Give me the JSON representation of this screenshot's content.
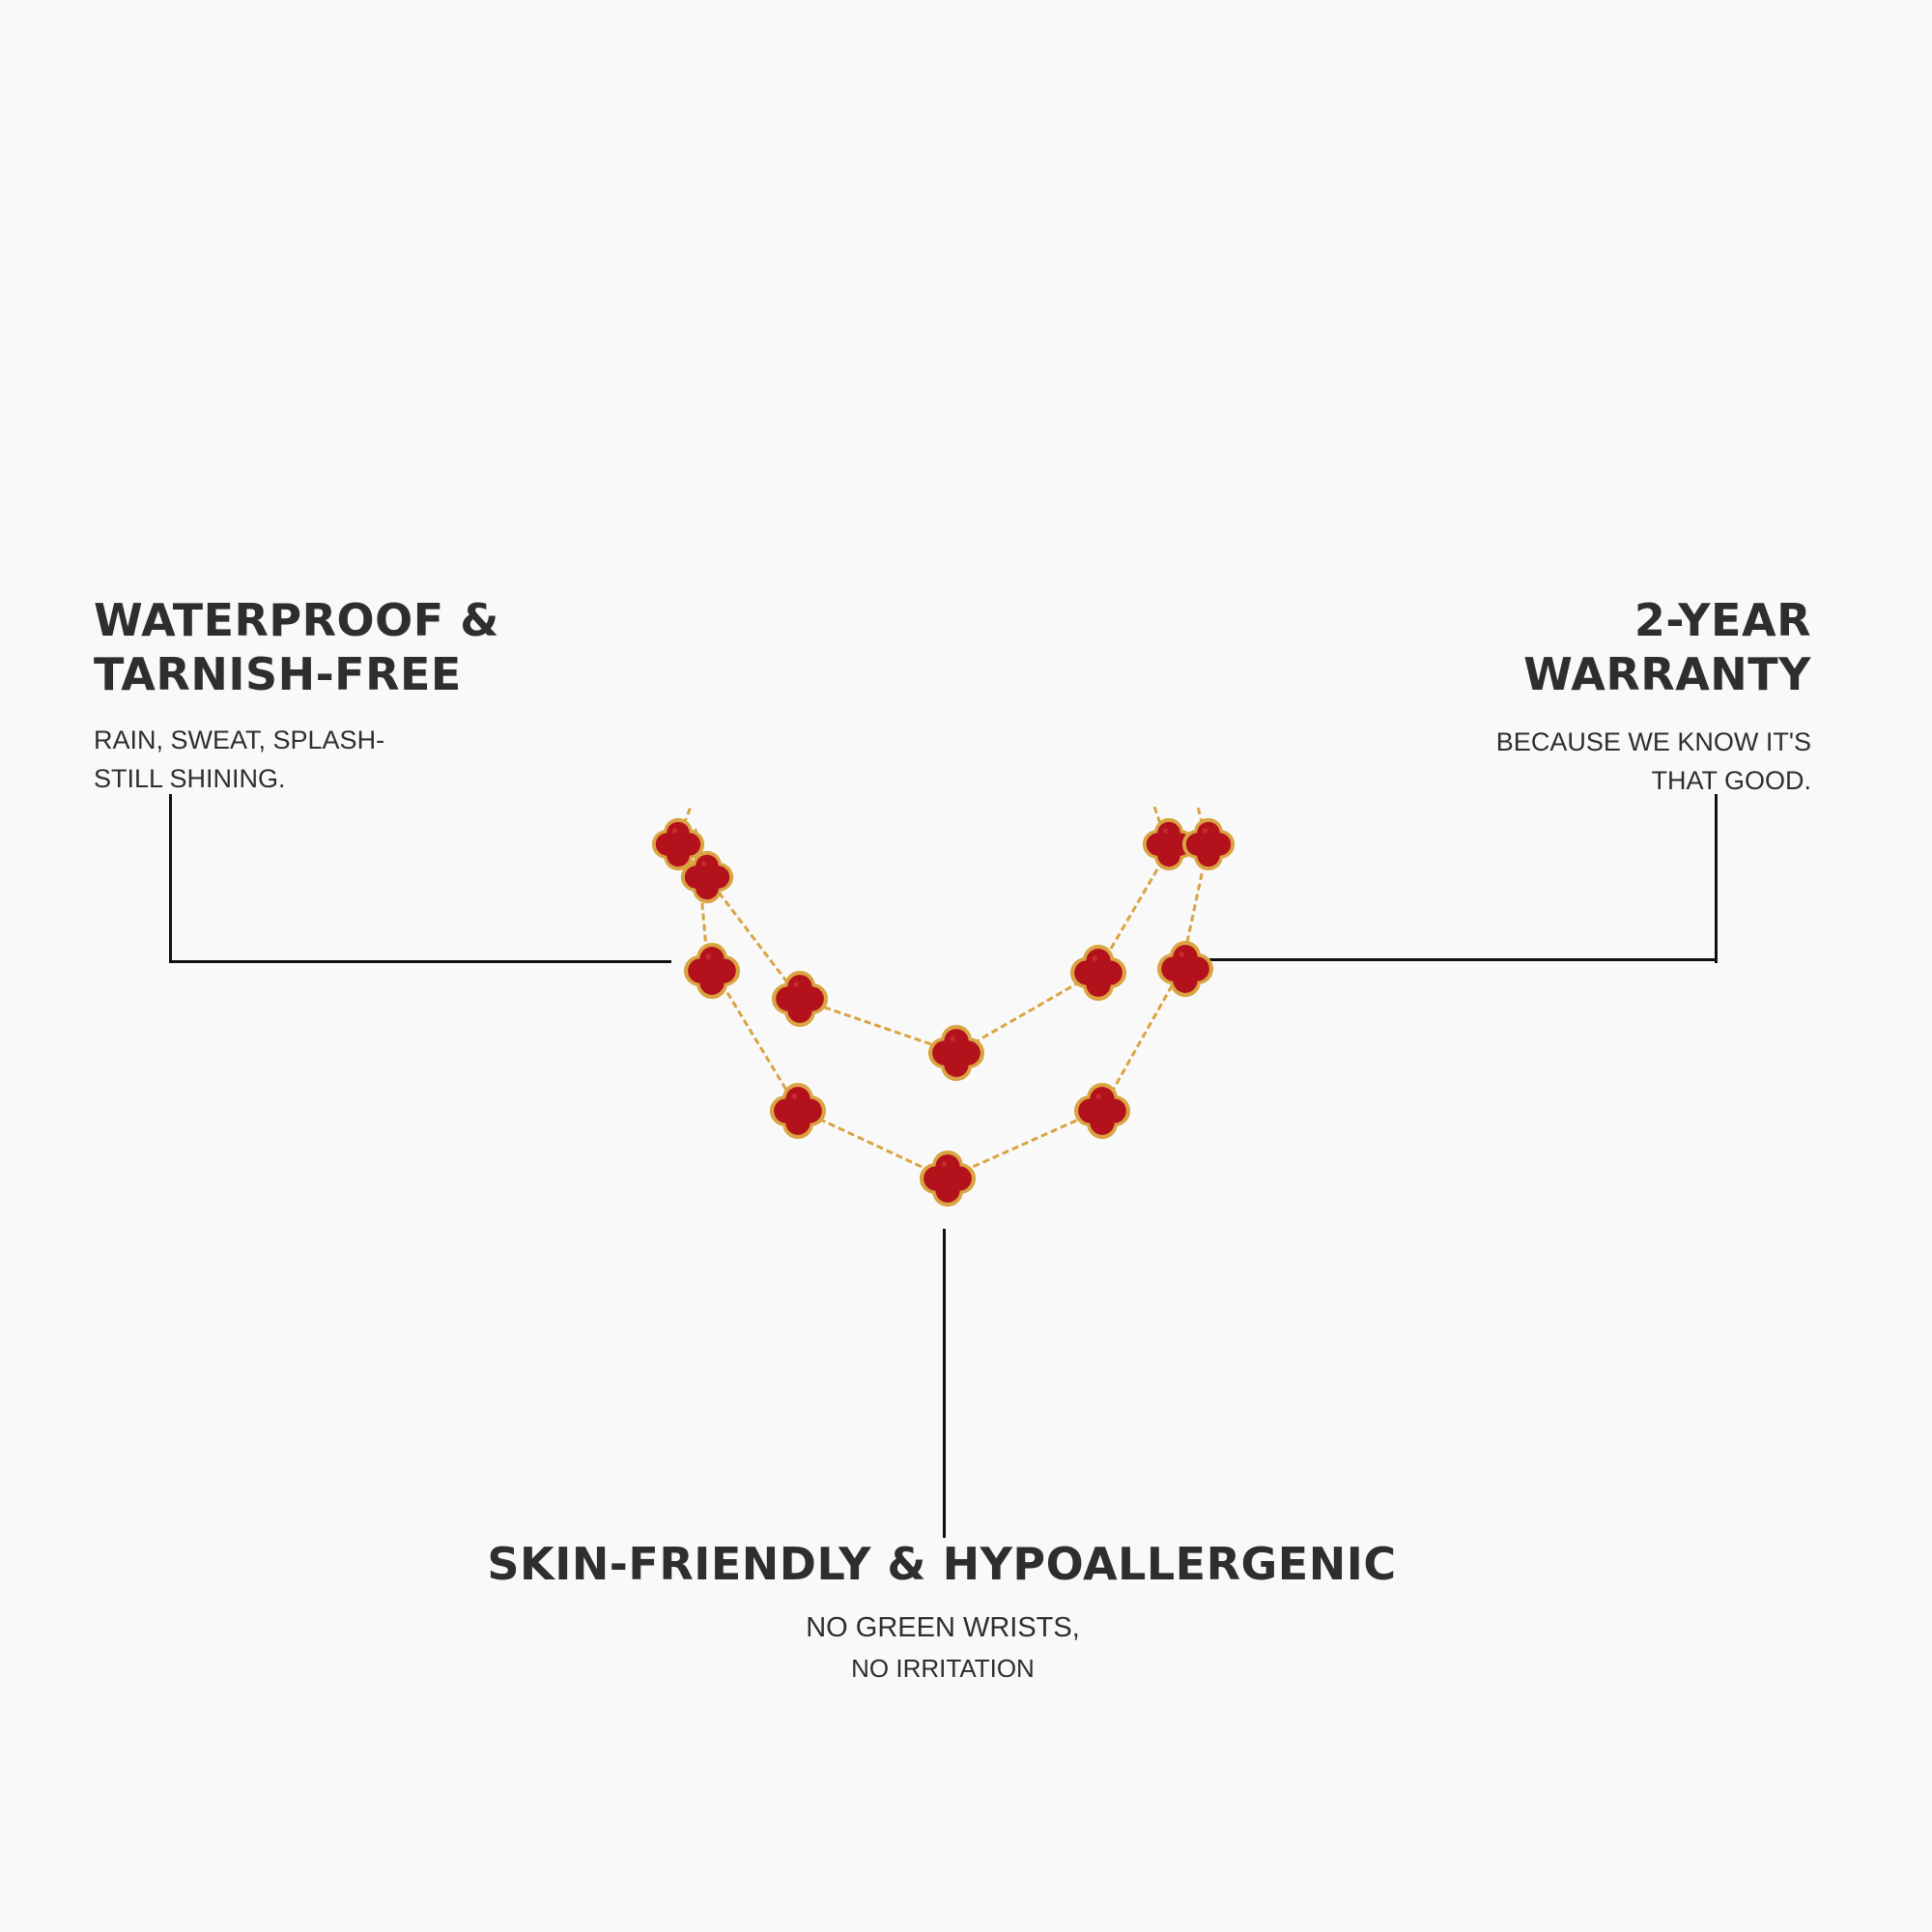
{
  "features": {
    "left": {
      "title_line1": "WATERPROOF &",
      "title_line2": "TARNISH-FREE",
      "desc_line1": "RAIN, SWEAT, SPLASH-",
      "desc_line2": "STILL SHINING."
    },
    "right": {
      "title_line1": "2-YEAR",
      "title_line2": "WARRANTY",
      "desc_line1": "BECAUSE WE KNOW IT'S",
      "desc_line2": "THAT GOOD."
    },
    "bottom": {
      "title": "SKIN-FRIENDLY & HYPOALLERGENIC",
      "desc_line1": "NO GREEN WRISTS,",
      "desc_line2": "NO IRRITATION"
    }
  },
  "colors": {
    "background": "#f9f9f9",
    "text": "#2e2e2e",
    "connector": "#111111",
    "gold": "#d9a441",
    "stone": "#b3121c"
  },
  "product": {
    "name_icon": "clover-necklace-image"
  }
}
